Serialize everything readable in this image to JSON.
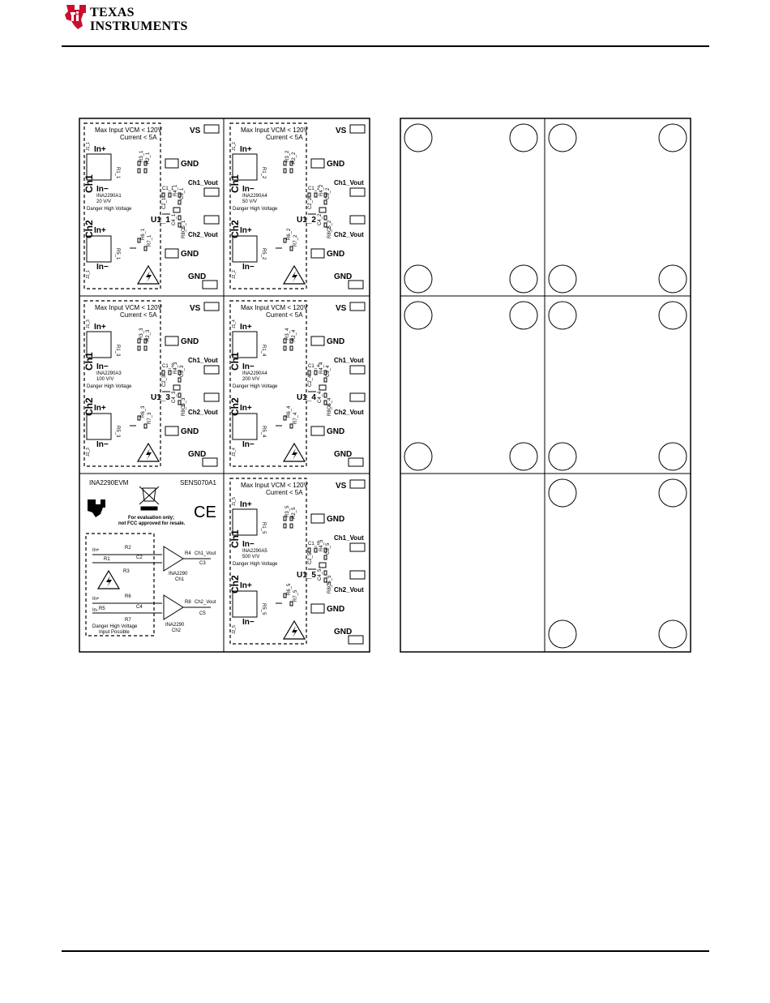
{
  "header": {
    "logo_line1": "TEXAS",
    "logo_line2": "INSTRUMENTS",
    "logo_icon": "ti-logo-icon",
    "brand_color": "#c8102e"
  },
  "board": {
    "cells": [
      {
        "vs": "VS",
        "gnd": "GND",
        "max": "Max Input VCM < 120V",
        "current": "Current < 5A",
        "in_plus": "In+",
        "in_minus": "In−",
        "ch1": "Ch1",
        "ch2": "Ch2",
        "device": "INA2290A1",
        "gain": "20 V/V",
        "danger": "Danger High Voltage",
        "u": "U1_1",
        "c1": "C1_1",
        "ch1v": "Ch1_Vout",
        "ch2v": "Ch2_Vout",
        "r1": "R1_1",
        "r3": "R3_1",
        "r2": "R2_1",
        "r4": "R4_1",
        "c2": "C2_1",
        "c3": "C3_1",
        "c4": "C4_1",
        "c5": "C5_1",
        "r8": "R8_1",
        "r6": "R6_1",
        "r7": "R7_1",
        "r5": "R5_1",
        "j1": "J1_1",
        "j2": "J2_1"
      },
      {
        "vs": "VS",
        "gnd": "GND",
        "max": "Max Input VCM < 120V",
        "current": "Current < 5A",
        "in_plus": "In+",
        "in_minus": "In−",
        "ch1": "Ch1",
        "ch2": "Ch2",
        "device": "INA2290A4",
        "gain": "50 V/V",
        "danger": "Danger High Voltage",
        "u": "U1_2",
        "c1": "C1_2",
        "ch1v": "Ch1_Vout",
        "ch2v": "Ch2_Vout",
        "r1": "R1_2",
        "r3": "R3_2",
        "r2": "R2_2",
        "r4": "R4_2",
        "c2": "C2_2",
        "c3": "C3_2",
        "c4": "C4_2",
        "c5": "C5_2",
        "r8": "R8_2",
        "r6": "R6_2",
        "r7": "R7_2",
        "r5": "R5_2",
        "j1": "J1_2",
        "j2": "J2_2"
      },
      {
        "vs": "VS",
        "gnd": "GND",
        "max": "Max Input VCM < 120V",
        "current": "Current < 5A",
        "in_plus": "In+",
        "in_minus": "In−",
        "ch1": "Ch1",
        "ch2": "Ch2",
        "device": "INA2290A3",
        "gain": "100 V/V",
        "danger": "Danger High Voltage",
        "u": "U1_3",
        "c1": "C1_3",
        "ch1v": "Ch1_Vout",
        "ch2v": "Ch2_Vout",
        "r1": "R1_3",
        "r3": "R3_3",
        "r2": "R2_3",
        "r4": "R4_3",
        "c2": "C2_3",
        "c3": "C3_3",
        "c4": "C4_3",
        "c5": "C5_3",
        "r8": "R8_3",
        "r6": "R6_3",
        "r7": "R7_3",
        "r5": "R5_3",
        "j1": "J1_3",
        "j2": "J2_3"
      },
      {
        "vs": "VS",
        "gnd": "GND",
        "max": "Max Input VCM < 120V",
        "current": "Current < 5A",
        "in_plus": "In+",
        "in_minus": "In−",
        "ch1": "Ch1",
        "ch2": "Ch2",
        "device": "INA2290A4",
        "gain": "200 V/V",
        "danger": "Danger High Voltage",
        "u": "U1_4",
        "c1": "C1_4",
        "ch1v": "Ch1_Vout",
        "ch2v": "Ch2_Vout",
        "r1": "R1_4",
        "r3": "R3_4",
        "r2": "R2_4",
        "r4": "R4_4",
        "c2": "C2_4",
        "c3": "C3_4",
        "c4": "C4_4",
        "c5": "C5_4",
        "r8": "R8_4",
        "r6": "R6_4",
        "r7": "R7_4",
        "r5": "R5_4",
        "j1": "J1_4",
        "j2": "J2_4"
      },
      {
        "vs": "VS",
        "gnd": "GND",
        "max": "Max Input VCM < 120V",
        "current": "Current < 5A",
        "in_plus": "In+",
        "in_minus": "In−",
        "ch1": "Ch1",
        "ch2": "Ch2",
        "device": "INA2290A5",
        "gain": "500 V/V",
        "danger": "Danger High Voltage",
        "u": "U1_5",
        "c1": "C1_5",
        "ch1v": "Ch1_Vout",
        "ch2v": "Ch2_Vout",
        "r1": "R1_5",
        "r3": "R3_5",
        "r2": "R2_5",
        "r4": "R4_5",
        "c2": "C2_5",
        "c3": "C3_5",
        "c4": "C4_5",
        "c5": "C5_5",
        "r8": "R8_5",
        "r6": "R6_5",
        "r7": "R7_5",
        "r5": "R5_5",
        "j1": "J1_5",
        "j2": "J2_5"
      }
    ],
    "info": {
      "evm": "INA2290EVM",
      "sens": "SENS070A1",
      "eval1": "For evaluation only;",
      "eval2": "not FCC approved for resale.",
      "ce": "CE",
      "in_plus": "In+",
      "in_minus": "In-",
      "r1": "R1",
      "r2": "R2",
      "r3": "R3",
      "c2": "C2",
      "r4": "R4",
      "c3": "C3",
      "ch1v": "Ch1_Vout",
      "r5": "R5",
      "r6": "R6",
      "r7": "R7",
      "c4": "C4",
      "r8": "R8",
      "c5": "C5",
      "ch2v": "Ch2_Vout",
      "ina_a": "INA2290",
      "ch1": "Ch1",
      "ina_b": "INA2290",
      "ch2": "Ch2",
      "danger1": "Danger High Voltage",
      "danger2": "Input Possible"
    }
  }
}
